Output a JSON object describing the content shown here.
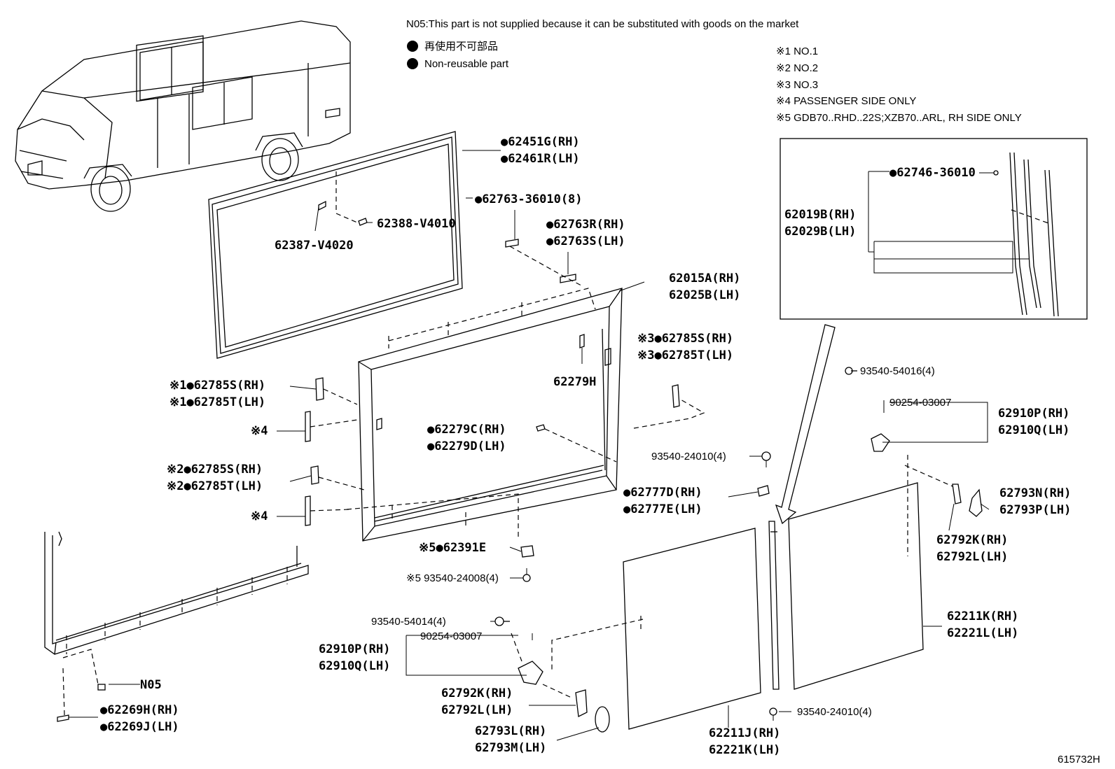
{
  "notes": {
    "n05": "N05:This part is not supplied because it can be substituted with goods on the market",
    "nonreusable_jp": "再使用不可部品",
    "nonreusable_en": "Non-reusable part"
  },
  "legend": {
    "r1": "※1 NO.1",
    "r2": "※2 NO.2",
    "r3": "※3 NO.3",
    "r4": "※4 PASSENGER SIDE ONLY",
    "r5": "※5 GDB70..RHD..22S;XZB70..ARL, RH SIDE ONLY"
  },
  "parts": {
    "p62451G": "●62451G(RH)",
    "p62461R": "●62461R(LH)",
    "p62763_36010": "●62763-36010(8)",
    "p62388": "62388-V4010",
    "p62387": "62387-V4020",
    "p62763R": "●62763R(RH)",
    "p62763S": "●62763S(LH)",
    "p62015A": "62015A(RH)",
    "p62025B": "62025B(LH)",
    "p62785S_3": "※3●62785S(RH)",
    "p62785T_3": "※3●62785T(LH)",
    "p62279H": "62279H",
    "p62785S_1": "※1●62785S(RH)",
    "p62785T_1": "※1●62785T(LH)",
    "p_mark4a": "※4",
    "p62279C": "●62279C(RH)",
    "p62279D": "●62279D(LH)",
    "p62785S_2": "※2●62785S(RH)",
    "p62785T_2": "※2●62785T(LH)",
    "p_mark4b": "※4",
    "p62391E": "※5●62391E",
    "p93540_24008": "※5 93540-24008(4)",
    "p93540_24010a": "93540-24010(4)",
    "p62777D": "●62777D(RH)",
    "p62777E": "●62777E(LH)",
    "p62746": "●62746-36010",
    "p62019B": "62019B(RH)",
    "p62029B": "62029B(LH)",
    "p93540_54016": "93540-54016(4)",
    "p90254_r": "90254-03007",
    "p62910P_r": "62910P(RH)",
    "p62910Q_r": "62910Q(LH)",
    "p62793N": "62793N(RH)",
    "p62793P": "62793P(LH)",
    "p62792K_r": "62792K(RH)",
    "p62792L_r": "62792L(LH)",
    "p62211K": "62211K(RH)",
    "p62221L": "62221L(LH)",
    "p93540_54014": "93540-54014(4)",
    "p90254_l": "90254-03007",
    "p62910P_l": "62910P(RH)",
    "p62910Q_l": "62910Q(LH)",
    "p62792K_l": "62792K(RH)",
    "p62792L_l": "62792L(LH)",
    "p62793L": "62793L(RH)",
    "p62793M": "62793M(LH)",
    "pN05": "N05",
    "p62269H": "●62269H(RH)",
    "p62269J": "●62269J(LH)",
    "p93540_24010b": "93540-24010(4)",
    "p62211J": "62211J(RH)",
    "p62221K": "62221K(LH)"
  },
  "diagram_id": "615732H"
}
